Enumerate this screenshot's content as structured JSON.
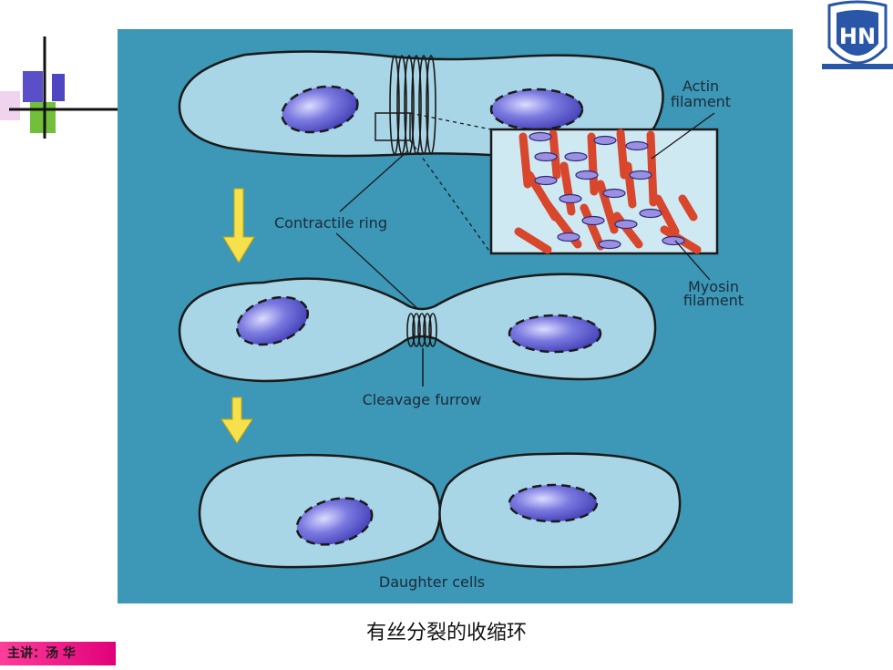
{
  "caption": "有丝分裂的收缩环",
  "presenter": "主讲：汤 华",
  "labels": {
    "actin": [
      "Actin",
      "filament"
    ],
    "contractile_ring": "Contractile ring",
    "myosin": [
      "Myosin",
      "filament"
    ],
    "cleavage_furrow": "Cleavage furrow",
    "daughter_cells": "Daughter cells"
  },
  "logo": {
    "letters": "HN"
  },
  "colors": {
    "panel_bg": "#3d97b6",
    "cell_fill": "#a8d6e6",
    "nucleus": "#6f6ed6",
    "actin": "#d8462c",
    "myosin": "#9a8fe0",
    "arrow": "#f6e04c",
    "presenter_bar": "#e8158a"
  }
}
